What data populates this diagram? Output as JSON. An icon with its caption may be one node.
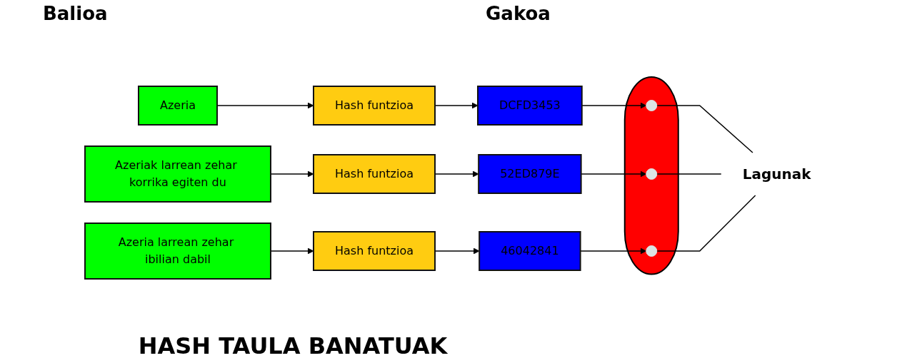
{
  "diagram": {
    "title": "HASH TAULA BANATUAK",
    "nodes": [
      {
        "text": [
          "Azeria"
        ]
      },
      {
        "text": [
          "Hash funtzioa"
        ]
      },
      {
        "text": [
          "DCFD3453"
        ]
      },
      {
        "text": [
          "Azeriak larrean zehar korrika egiten du"
        ]
      },
      {
        "text": [
          "Hash funtzioa"
        ]
      },
      {
        "text": [
          "52ED879E"
        ]
      },
      {
        "text": [
          "Azeria larrean zehar ibilian dabil"
        ]
      },
      {
        "text": [
          "Hash funtzioa"
        ]
      },
      {
        "text": [
          "46042841"
        ]
      },
      {
        "text": [],
        "shape": "cloud"
      },
      {
        "text": [],
        "shape": "circle",
        "in": 9
      },
      {
        "text": [],
        "shape": "circle",
        "in": 9
      },
      {
        "text": [],
        "shape": "circle",
        "in": 9
      },
      {
        "text": [
          "Lagunak"
        ]
      }
    ],
    "edges": [
      {
        "from": 0,
        "to": 1,
        "arrow": "to"
      },
      {
        "from": 1,
        "to": 2,
        "arrow": "to"
      },
      {
        "from": 2,
        "to": 10,
        "arrow": "to"
      },
      {
        "from": 3,
        "to": 4,
        "arrow": "to"
      },
      {
        "from": 4,
        "to": 5,
        "arrow": "to"
      },
      {
        "from": 5,
        "to": 11,
        "arrow": "to"
      },
      {
        "from": 6,
        "to": 7,
        "arrow": "to"
      },
      {
        "from": 7,
        "to": 8,
        "arrow": "to"
      },
      {
        "from": 8,
        "to": 12,
        "arrow": "to"
      },
      {
        "from": 10,
        "to": 13,
        "arrow": "none"
      },
      {
        "from": 11,
        "to": 13,
        "arrow": "none"
      },
      {
        "from": 12,
        "to": 13,
        "arrow": "none"
      }
    ],
    "labels": [
      "Balioa",
      "Gakoa"
    ]
  }
}
